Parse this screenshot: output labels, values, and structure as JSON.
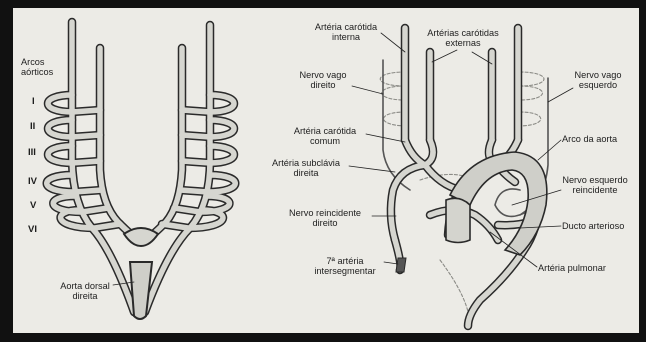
{
  "colors": {
    "background": "#ecebe6",
    "frame": "#111111",
    "vessel_fill": "#d2d2cc",
    "vessel_stroke": "#2a2a2a",
    "leader_line": "#222222",
    "nerve_dash": "#7a7a7a"
  },
  "left_panel": {
    "arch_title": [
      "Arcos",
      "aórticos"
    ],
    "arch_numerals": [
      "I",
      "II",
      "III",
      "IV",
      "V",
      "VI"
    ],
    "dorsal_aorta": [
      "Aorta dorsal",
      "direita"
    ]
  },
  "right_panel": {
    "internal_carotid": [
      "Artéria carótida",
      "interna"
    ],
    "external_carotids": [
      "Artérias carótidas",
      "externas"
    ],
    "right_vagus": [
      "Nervo vago",
      "direito"
    ],
    "left_vagus": [
      "Nervo vago",
      "esquerdo"
    ],
    "common_carotid": [
      "Artéria carótida",
      "comum"
    ],
    "aortic_arch": [
      "Arco da aorta"
    ],
    "subclavian": [
      "Artéria subclávia",
      "direita"
    ],
    "left_recurrent_nerve": [
      "Nervo esquerdo",
      "reincidente"
    ],
    "right_recurrent_nerve": [
      "Nervo reincidente",
      "direito"
    ],
    "ductus_arteriosus": [
      "Ducto arterioso"
    ],
    "intersegmental": [
      "7ª artéria",
      "intersegmentar"
    ],
    "pulmonary_artery": [
      "Artéria pulmonar"
    ]
  }
}
